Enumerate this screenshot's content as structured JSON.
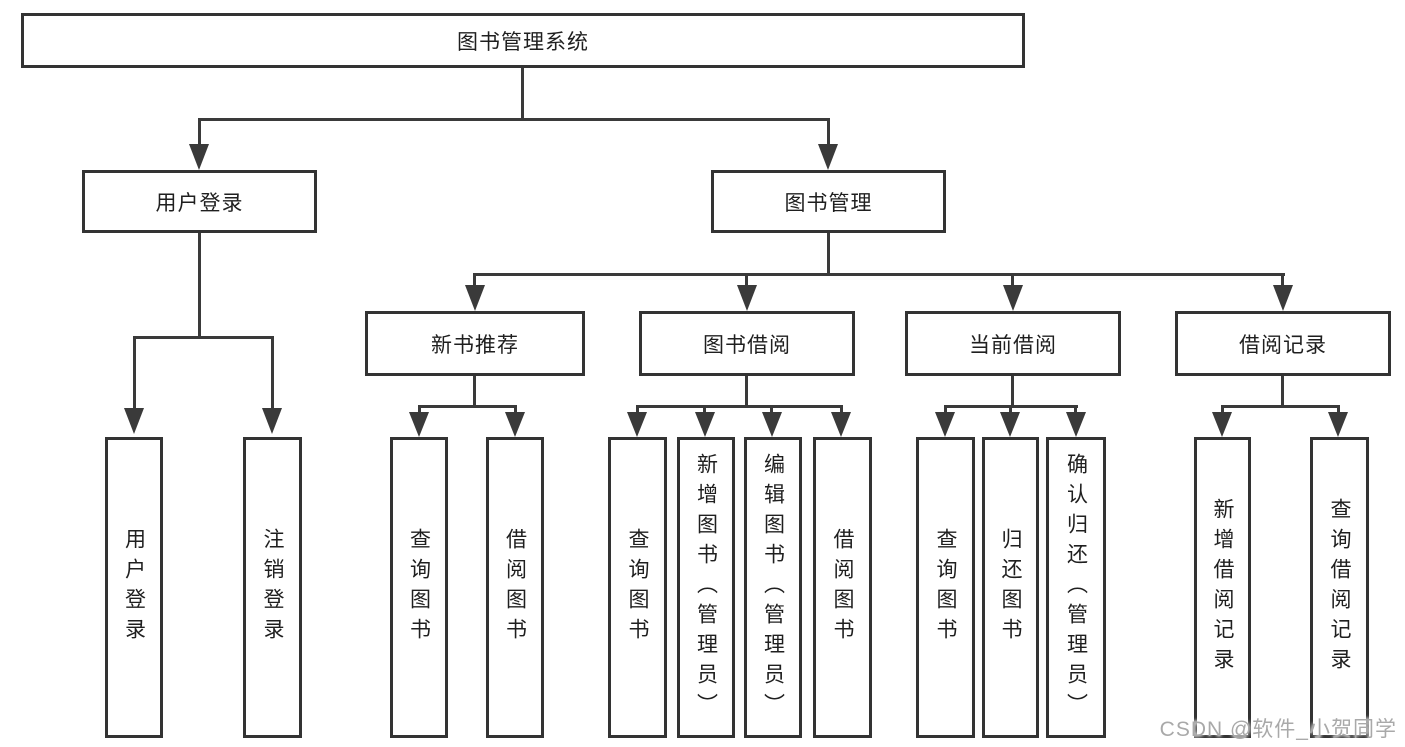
{
  "tree": {
    "root": {
      "label": "图书管理系统"
    },
    "branches": [
      {
        "label": "用户登录",
        "children": [
          {
            "label": "用户登录"
          },
          {
            "label": "注销登录"
          }
        ]
      },
      {
        "label": "图书管理",
        "children": [
          {
            "label": "新书推荐",
            "children": [
              {
                "label": "查询图书"
              },
              {
                "label": "借阅图书"
              }
            ]
          },
          {
            "label": "图书借阅",
            "children": [
              {
                "label": "查询图书"
              },
              {
                "label": "新增图书（管理员）"
              },
              {
                "label": "编辑图书（管理员）"
              },
              {
                "label": "借阅图书"
              }
            ]
          },
          {
            "label": "当前借阅",
            "children": [
              {
                "label": "查询图书"
              },
              {
                "label": "归还图书"
              },
              {
                "label": "确认归还（管理员）"
              }
            ]
          },
          {
            "label": "借阅记录",
            "children": [
              {
                "label": "新增借阅记录"
              },
              {
                "label": "查询借阅记录"
              }
            ]
          }
        ]
      }
    ]
  },
  "watermark": {
    "text": "CSDN @软件_小贺同学"
  },
  "colors": {
    "line": "#3a3a3a",
    "box_border": "#333333",
    "text": "#1f1f1f",
    "background": "#ffffff",
    "watermark": "#a9a9a9"
  }
}
